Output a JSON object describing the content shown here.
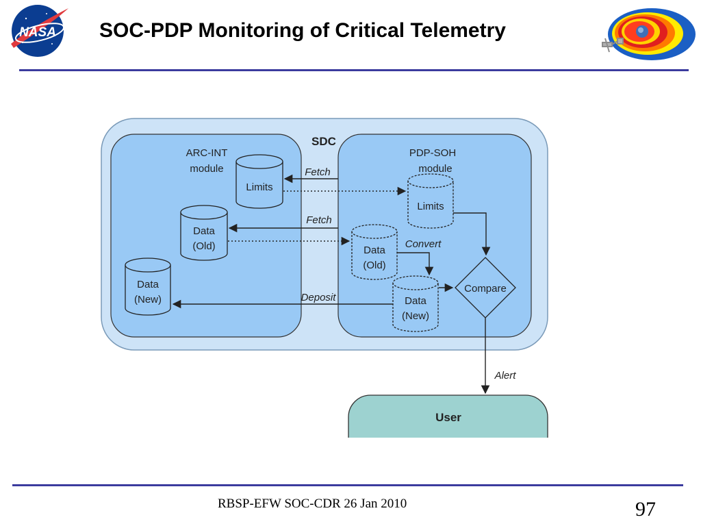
{
  "slide": {
    "title": "SOC-PDP Monitoring of Critical Telemetry",
    "footer": "RBSP-EFW SOC-CDR 26 Jan 2010",
    "page_number": "97",
    "logo_left": "NASA",
    "logo_right_icon": "radiation-belt-graphic"
  },
  "diagram": {
    "container_label": "SDC",
    "arc_module": {
      "line1": "ARC-INT",
      "line2": "module"
    },
    "pdp_module": {
      "line1": "PDP-SOH",
      "line2": "module"
    },
    "arc_limits": "Limits",
    "arc_data_old": {
      "line1": "Data",
      "line2": "(Old)"
    },
    "arc_data_new": {
      "line1": "Data",
      "line2": "(New)"
    },
    "pdp_limits": "Limits",
    "pdp_data_old": {
      "line1": "Data",
      "line2": "(Old)"
    },
    "pdp_data_new": {
      "line1": "Data",
      "line2": "(New)"
    },
    "compare": "Compare",
    "user": "User",
    "edges": {
      "fetch_limits": "Fetch",
      "fetch_data": "Fetch",
      "convert": "Convert",
      "deposit": "Deposit",
      "alert": "Alert"
    },
    "colors": {
      "sdc_fill": "#cde3f7",
      "module_fill": "#99c9f5",
      "user_fill": "#9dd2d0",
      "line": "#222222"
    }
  }
}
